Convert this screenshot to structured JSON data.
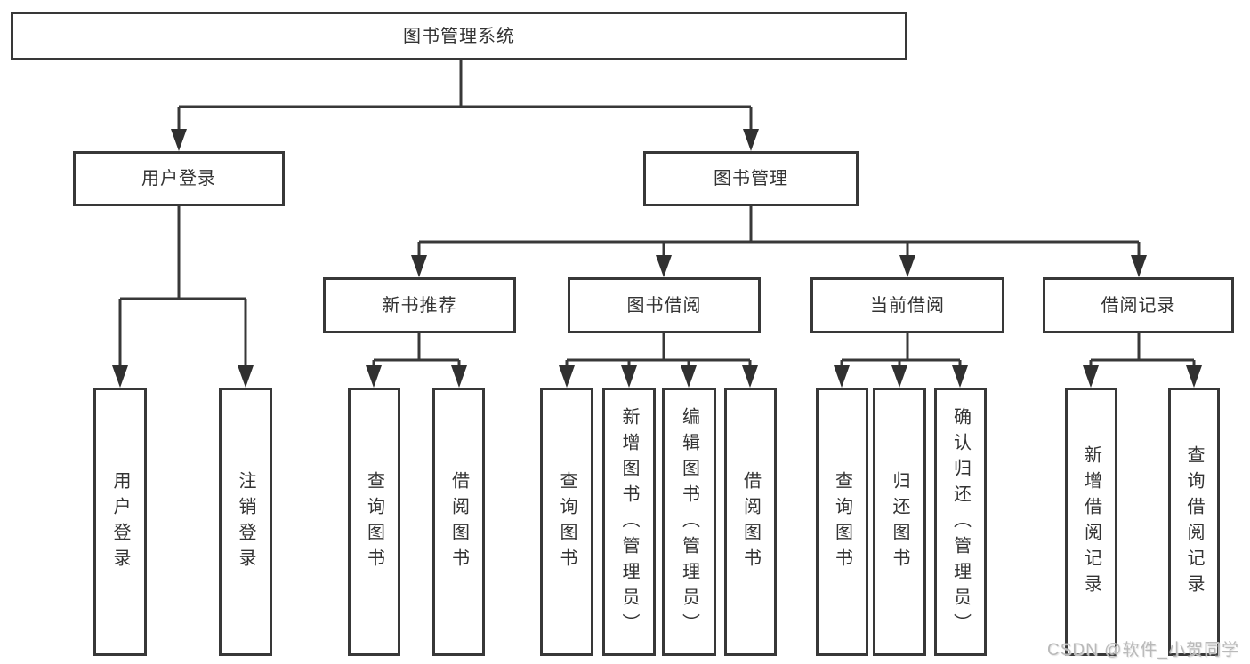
{
  "tree": {
    "root": {
      "label": "图书管理系统",
      "children": [
        {
          "label": "用户登录",
          "children": [
            {
              "label": "用户登录"
            },
            {
              "label": "注销登录"
            }
          ]
        },
        {
          "label": "图书管理",
          "children": [
            {
              "label": "新书推荐",
              "children": [
                {
                  "label": "查询图书"
                },
                {
                  "label": "借阅图书"
                }
              ]
            },
            {
              "label": "图书借阅",
              "children": [
                {
                  "label": "查询图书"
                },
                {
                  "label": "新增图书（管理员）"
                },
                {
                  "label": "编辑图书（管理员）"
                },
                {
                  "label": "借阅图书"
                }
              ]
            },
            {
              "label": "当前借阅",
              "children": [
                {
                  "label": "查询图书"
                },
                {
                  "label": "归还图书"
                },
                {
                  "label": "确认归还（管理员）"
                }
              ]
            },
            {
              "label": "借阅记录",
              "children": [
                {
                  "label": "新增借阅记录"
                },
                {
                  "label": "查询借阅记录"
                }
              ]
            }
          ]
        }
      ]
    }
  },
  "watermark": {
    "text": "CSDN @软件_小贺同学"
  },
  "colors": {
    "line": "#383838",
    "text": "#333333",
    "watermark": "#b9b9b9",
    "background": "#ffffff"
  }
}
